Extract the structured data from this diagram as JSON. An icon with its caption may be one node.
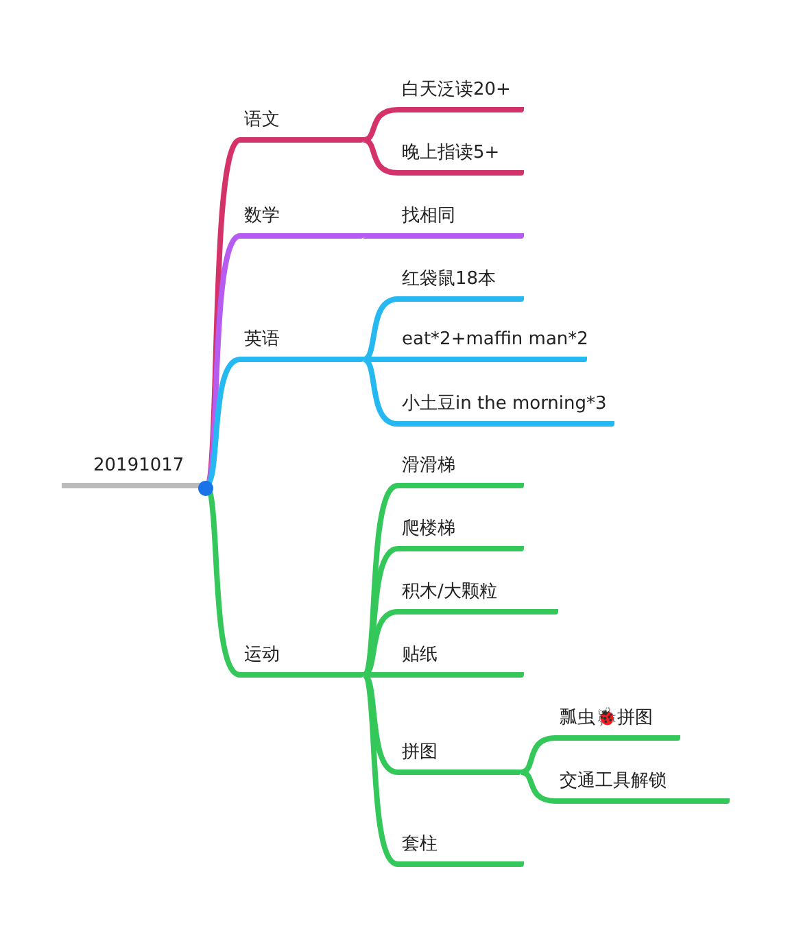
{
  "diagram": {
    "nodes": [
      {
        "text": [
          "20191017"
        ]
      },
      {
        "text": [
          "语文"
        ]
      },
      {
        "text": [
          "白天泛读20+"
        ]
      },
      {
        "text": [
          "晚上指读5+"
        ]
      },
      {
        "text": [
          "数学"
        ]
      },
      {
        "text": [
          "找相同"
        ]
      },
      {
        "text": [
          "英语"
        ]
      },
      {
        "text": [
          "红袋鼠18本"
        ]
      },
      {
        "text": [
          "eat*2+maffin man*2"
        ]
      },
      {
        "text": [
          "小土豆in the morning*3"
        ]
      },
      {
        "text": [
          "运动"
        ]
      },
      {
        "text": [
          "滑滑梯"
        ]
      },
      {
        "text": [
          "爬楼梯"
        ]
      },
      {
        "text": [
          "积木/大颗粒"
        ]
      },
      {
        "text": [
          "贴纸"
        ]
      },
      {
        "text": [
          "拼图"
        ]
      },
      {
        "text": [
          "瓢虫🐞拼图"
        ]
      },
      {
        "text": [
          "交通工具解锁"
        ]
      },
      {
        "text": [
          "套柱"
        ]
      }
    ],
    "edges": [
      {
        "from": 0,
        "to": 1,
        "arrow": "none",
        "color": "#d4326a"
      },
      {
        "from": 1,
        "to": 2,
        "arrow": "none",
        "color": "#d4326a"
      },
      {
        "from": 1,
        "to": 3,
        "arrow": "none",
        "color": "#d4326a"
      },
      {
        "from": 0,
        "to": 4,
        "arrow": "none",
        "color": "#b65cf0"
      },
      {
        "from": 4,
        "to": 5,
        "arrow": "none",
        "color": "#b65cf0"
      },
      {
        "from": 0,
        "to": 6,
        "arrow": "none",
        "color": "#26b8f0"
      },
      {
        "from": 6,
        "to": 7,
        "arrow": "none",
        "color": "#26b8f0"
      },
      {
        "from": 6,
        "to": 8,
        "arrow": "none",
        "color": "#26b8f0"
      },
      {
        "from": 6,
        "to": 9,
        "arrow": "none",
        "color": "#26b8f0"
      },
      {
        "from": 0,
        "to": 10,
        "arrow": "none"
      },
      {
        "from": 10,
        "to": 11,
        "arrow": "none"
      },
      {
        "from": 10,
        "to": 12,
        "arrow": "none"
      },
      {
        "from": 10,
        "to": 13,
        "arrow": "none"
      },
      {
        "from": 10,
        "to": 14,
        "arrow": "none"
      },
      {
        "from": 10,
        "to": 15,
        "arrow": "none"
      },
      {
        "from": 15,
        "to": 16,
        "arrow": "none"
      },
      {
        "from": 15,
        "to": 17,
        "arrow": "none"
      },
      {
        "from": 10,
        "to": 18,
        "arrow": "none"
      }
    ]
  }
}
